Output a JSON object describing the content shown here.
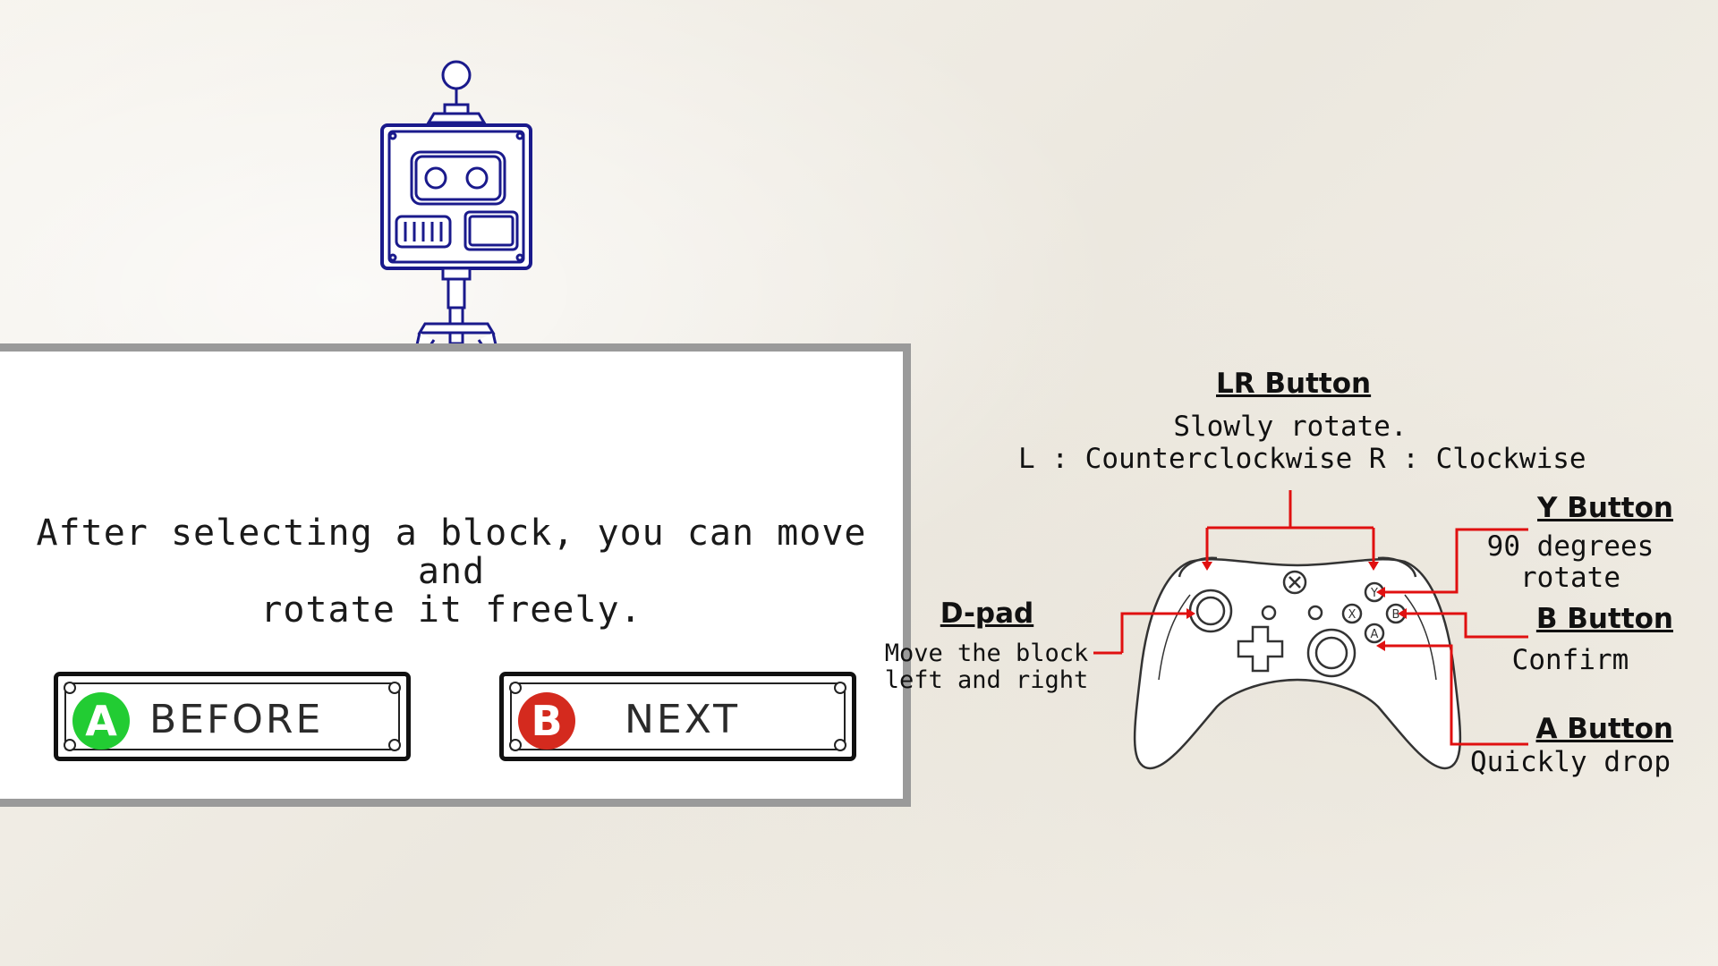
{
  "tutorial": {
    "message_line1": "After selecting a block, you can move and",
    "message_line2": "rotate it freely."
  },
  "buttons": {
    "before": {
      "badge": "A",
      "label": "BEFORE",
      "color": "#22cc33"
    },
    "next": {
      "badge": "B",
      "label": "NEXT",
      "color": "#d42a1e"
    }
  },
  "controls": {
    "lr": {
      "title": "LR Button",
      "line1": "Slowly rotate.",
      "line2": "L : Counterclockwise R : Clockwise"
    },
    "y": {
      "title": "Y Button",
      "line1": "90 degrees",
      "line2": "rotate"
    },
    "b": {
      "title": "B Button",
      "line1": "Confirm"
    },
    "a": {
      "title": "A Button",
      "line1": "Quickly drop"
    },
    "dpad": {
      "title": "D-pad",
      "line1": "Move the block",
      "line2": "left and right"
    }
  },
  "controller_buttons": {
    "y": "Y",
    "b": "B",
    "x": "X",
    "a": "A"
  },
  "colors": {
    "pointer": "#e01010",
    "robot": "#1a1a8c",
    "panel_border": "#9a9a9a"
  }
}
